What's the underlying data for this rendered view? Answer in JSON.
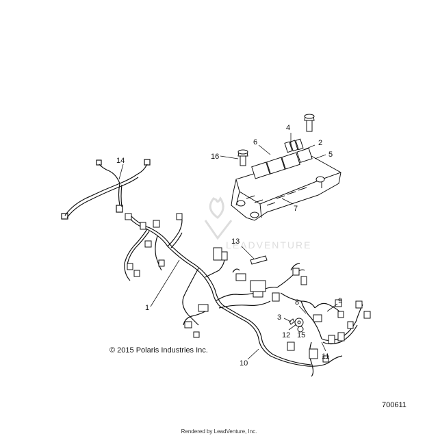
{
  "diagram": {
    "callouts": [
      "1",
      "2",
      "3",
      "4",
      "5",
      "6",
      "7",
      "8",
      "9",
      "10",
      "11",
      "12",
      "13",
      "14",
      "15",
      "16"
    ],
    "copyright": "© 2015 Polaris Industries Inc.",
    "drawing_number": "700611",
    "footer": "Rendered by LeadVenture, Inc.",
    "watermark_text": "LEADVENTURE"
  },
  "colors": {
    "line": "#111111",
    "watermark": "#dddddd"
  }
}
